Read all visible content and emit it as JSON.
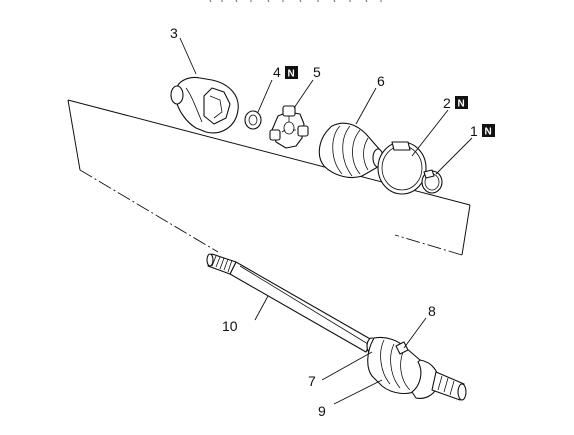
{
  "callouts": {
    "c1": "1",
    "c2": "2",
    "c3": "3",
    "c4": "4",
    "c5": "5",
    "c6": "6",
    "c7": "7",
    "c8": "8",
    "c9": "9",
    "c10": "10"
  },
  "badge_letter": "N",
  "colors": {
    "line": "#111111",
    "background": "#ffffff"
  }
}
